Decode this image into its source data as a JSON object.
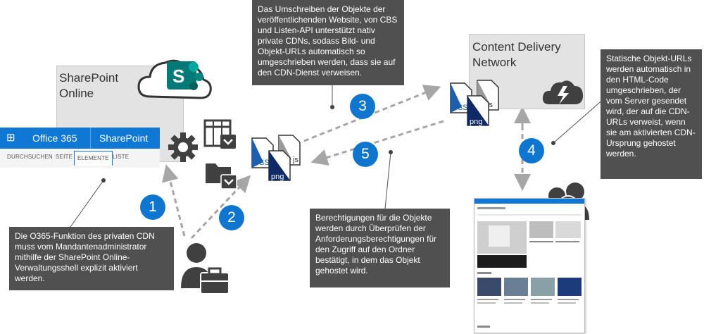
{
  "sharepoint_online": {
    "title_line1": "SharePoint",
    "title_line2": "Online"
  },
  "cdn": {
    "title_line1": "Content Delivery",
    "title_line2": "Network"
  },
  "office_bar": {
    "app_launcher": "⊞",
    "product": "Office 365",
    "site": "SharePoint"
  },
  "tabs": [
    "DURCHSUCHEN",
    "SEITE",
    "ELEMENTE",
    "LISTE"
  ],
  "steps": [
    "1",
    "2",
    "3",
    "4",
    "5"
  ],
  "file_labels": {
    "css": "CSS",
    "js": "js",
    "png": "png"
  },
  "callouts": {
    "tenant_admin": "Die O365-Funktion des privaten CDN muss vom Mandantenadministrator mithilfe der SharePoint Online-Verwaltungsshell explizit aktiviert werden.",
    "rewrite": "Das Umschreiben der Objekte der veröffentlichenden Website, von CBS und Listen-API unterstützt nativ private CDNs, sodass Bild- und Objekt-URLs automatisch so umgeschrieben werden, dass sie auf den CDN-Dienst verweisen.",
    "permissions": "Berechtigungen für die Objekte werden durch Überprüfen der Anforderungsberechtigungen für den Zugriff auf den Ordner bestätigt, in dem das Objekt gehostet wird.",
    "static_urls": "Statische Objekt-URLs werden automatisch in den HTML-Code umgeschrieben, der vom Server gesendet wird, der auf die CDN-URLs verweist, wenn sie am aktivierten CDN-Ursprung gehostet werden."
  },
  "colors": {
    "step_blue": "#0f76d0",
    "office_blue": "#0f78d4",
    "callout_gray": "#505050",
    "icon_dark": "#404040",
    "sharepoint_teal": "#047a78"
  }
}
